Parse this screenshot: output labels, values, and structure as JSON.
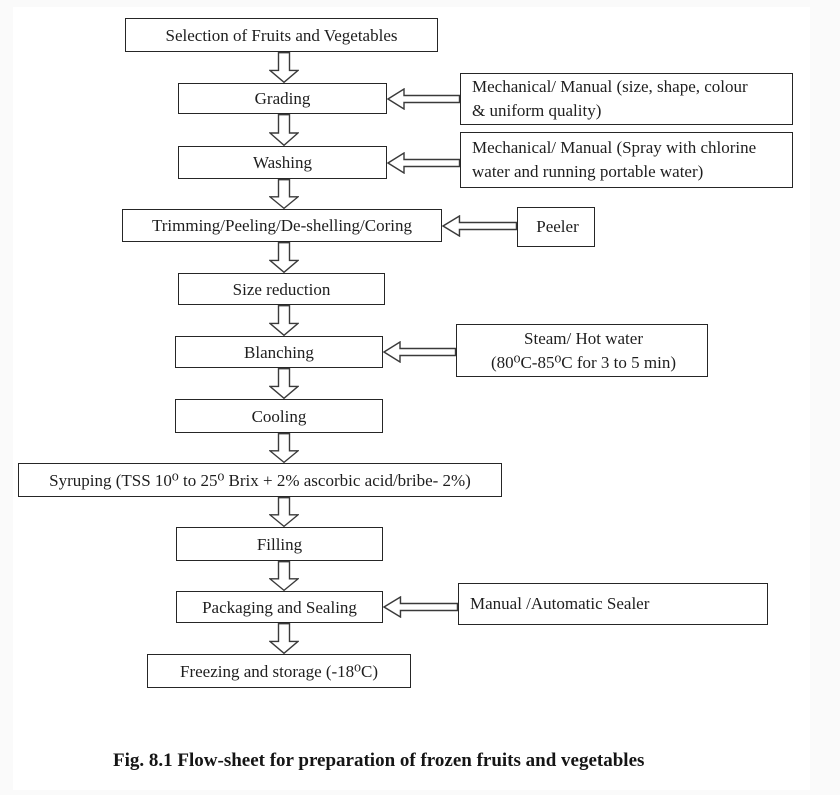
{
  "figure": {
    "caption": "Fig. 8.1 Flow-sheet for preparation of frozen fruits and vegetables"
  },
  "flowchart": {
    "steps": [
      {
        "label": "Selection of Fruits and Vegetables"
      },
      {
        "label": "Grading"
      },
      {
        "label": "Washing"
      },
      {
        "label": "Trimming/Peeling/De-shelling/Coring"
      },
      {
        "label": "Size reduction"
      },
      {
        "label": "Blanching"
      },
      {
        "label": "Cooling"
      },
      {
        "label": "Syruping (TSS 10⁰ to 25⁰ Brix + 2% ascorbic acid/bribe- 2%)"
      },
      {
        "label": "Filling"
      },
      {
        "label": "Packaging and Sealing"
      },
      {
        "label": "Freezing and storage (-18⁰C)"
      }
    ],
    "annotations": [
      {
        "target": "Grading",
        "lines": [
          "Mechanical/ Manual (size, shape, colour",
          "& uniform quality)"
        ]
      },
      {
        "target": "Washing",
        "lines": [
          "Mechanical/ Manual (Spray with chlorine",
          "water and running portable water)"
        ]
      },
      {
        "target": "Trimming/Peeling/De-shelling/Coring",
        "lines": [
          "Peeler"
        ]
      },
      {
        "target": "Blanching",
        "lines": [
          "Steam/ Hot water",
          "(80⁰C-85⁰C for 3 to 5 min)"
        ]
      },
      {
        "target": "Packaging and Sealing",
        "lines": [
          "Manual /Automatic Sealer"
        ]
      }
    ]
  },
  "colors": {
    "page_background": "#ffffff",
    "margin_background": "#fafafa",
    "line": "#262626",
    "text": "#1e1e1e"
  }
}
